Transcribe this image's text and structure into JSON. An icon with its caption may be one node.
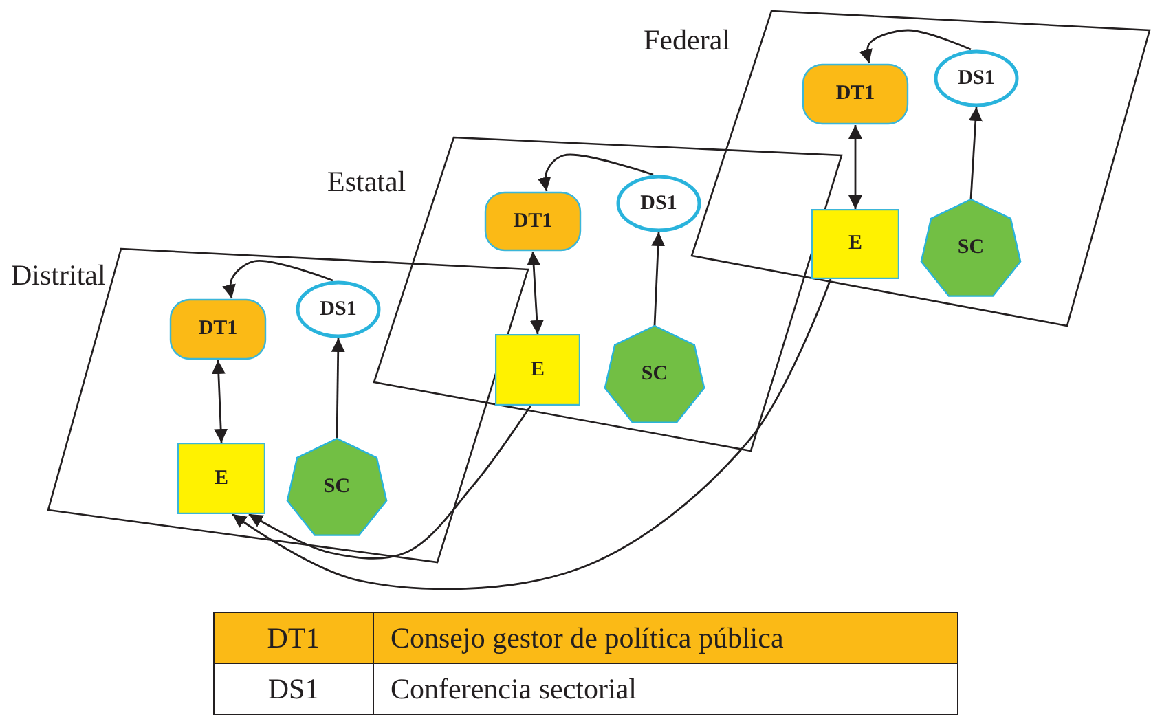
{
  "diagram": {
    "nodes": [
      {
        "text": [
          "Federal"
        ]
      },
      {
        "text": [
          "DT1"
        ],
        "in": 0
      },
      {
        "text": [
          "DS1"
        ],
        "in": 0
      },
      {
        "text": [
          "E"
        ],
        "in": 0
      },
      {
        "text": [
          "SC"
        ],
        "in": 0
      },
      {
        "text": [
          "Estatal"
        ]
      },
      {
        "text": [
          "DT1"
        ],
        "in": 5
      },
      {
        "text": [
          "DS1"
        ],
        "in": 5
      },
      {
        "text": [
          "E"
        ],
        "in": 5
      },
      {
        "text": [
          "SC"
        ],
        "in": 5
      },
      {
        "text": [
          "Distrital"
        ]
      },
      {
        "text": [
          "DT1"
        ],
        "in": 10
      },
      {
        "text": [
          "DS1"
        ],
        "in": 10
      },
      {
        "text": [
          "E"
        ],
        "in": 10
      },
      {
        "text": [
          "SC"
        ],
        "in": 10
      }
    ],
    "edges": [
      {
        "from": 2,
        "to": 1,
        "arrow": "to"
      },
      {
        "from": 1,
        "to": 3,
        "arrow": "both"
      },
      {
        "from": 4,
        "to": 2,
        "arrow": "to"
      },
      {
        "from": 7,
        "to": 6,
        "arrow": "to"
      },
      {
        "from": 6,
        "to": 8,
        "arrow": "both"
      },
      {
        "from": 9,
        "to": 7,
        "arrow": "to"
      },
      {
        "from": 12,
        "to": 11,
        "arrow": "to"
      },
      {
        "from": 11,
        "to": 13,
        "arrow": "both"
      },
      {
        "from": 14,
        "to": 12,
        "arrow": "to"
      },
      {
        "from": 8,
        "to": 13,
        "arrow": "to"
      },
      {
        "from": 3,
        "to": 13,
        "arrow": "to"
      }
    ],
    "labels": [
      "DT1",
      "Consejo gestor de política pública",
      "DS1",
      "Conferencia sectorial"
    ]
  }
}
